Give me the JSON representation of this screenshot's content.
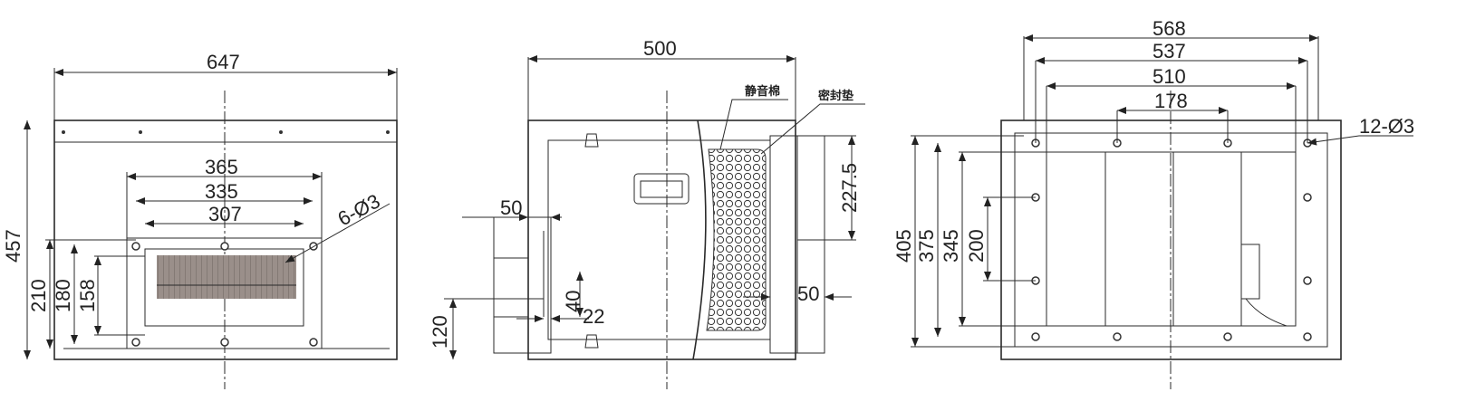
{
  "left_view": {
    "width": "647",
    "height": "457",
    "d365": "365",
    "d335": "335",
    "d307": "307",
    "d210": "210",
    "d180": "180",
    "d158": "158",
    "holes": "6-Ø3"
  },
  "middle_view": {
    "width": "500",
    "d227": "227.5",
    "d50a": "50",
    "d50b": "50",
    "d40": "40",
    "d22": "22",
    "d120": "120",
    "label_insulation": "静音棉",
    "label_gasket": "密封垫"
  },
  "right_view": {
    "d568": "568",
    "d537": "537",
    "d510": "510",
    "d178": "178",
    "d405": "405",
    "d375": "375",
    "d345": "345",
    "d200": "200",
    "holes": "12-Ø3"
  }
}
